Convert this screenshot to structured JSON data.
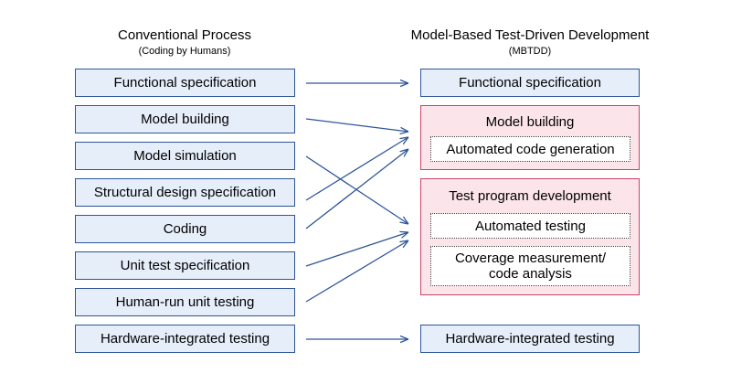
{
  "left": {
    "title": "Conventional Process",
    "subtitle": "(Coding by Humans)",
    "items": [
      "Functional specification",
      "Model building",
      "Model simulation",
      "Structural design specification",
      "Coding",
      "Unit test specification",
      "Human-run unit testing",
      "Hardware-integrated testing"
    ]
  },
  "right": {
    "title": "Model-Based Test-Driven Development",
    "subtitle": "(MBTDD)",
    "functional_spec": "Functional specification",
    "model_group": {
      "title": "Model building",
      "sub": "Automated code generation"
    },
    "test_group": {
      "title": "Test program development",
      "sub1": "Automated testing",
      "sub2_line1": "Coverage measurement/",
      "sub2_line2": "code analysis"
    },
    "hw_testing": "Hardware-integrated testing"
  },
  "colors": {
    "left_fill": "#e6eefa",
    "left_border": "#2e5597",
    "group_fill": "#fbe4ea",
    "group_border": "#c8426a",
    "arrow": "#2e5597"
  }
}
